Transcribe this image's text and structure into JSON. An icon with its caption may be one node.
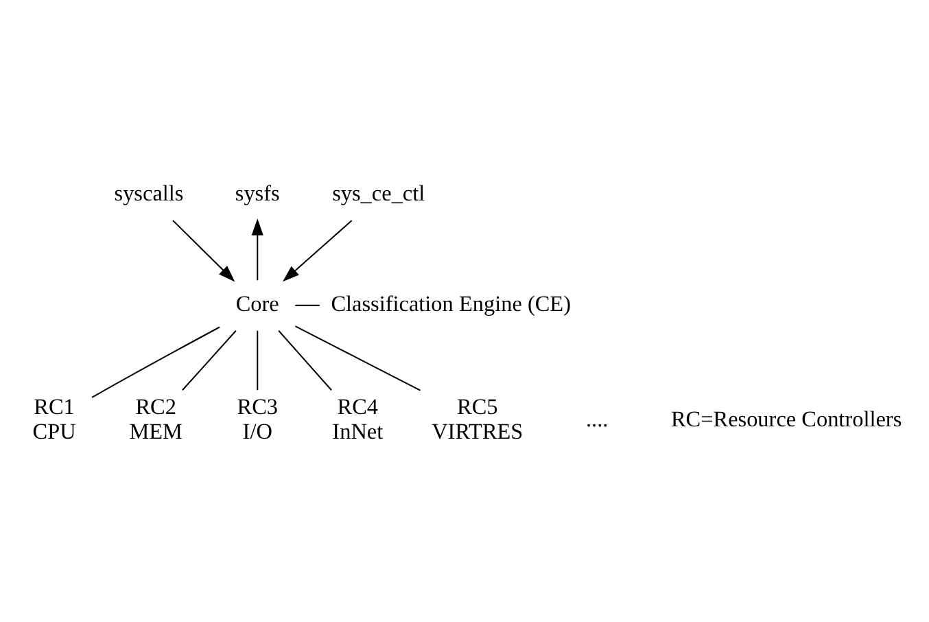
{
  "diagram": {
    "nodes": [
      {
        "text": [
          "syscalls"
        ]
      },
      {
        "text": [
          "sysfs"
        ]
      },
      {
        "text": [
          "sys_ce_ctl"
        ]
      },
      {
        "text": [
          "Core"
        ]
      },
      {
        "text": [
          "Classification Engine (CE)"
        ]
      },
      {
        "text": [
          "RC1"
        ],
        "beside": [
          "CPU"
        ]
      },
      {
        "text": [
          "RC2"
        ],
        "beside": [
          "MEM"
        ]
      },
      {
        "text": [
          "RC3"
        ],
        "beside": [
          "I/O"
        ]
      },
      {
        "text": [
          "RC4"
        ],
        "beside": [
          "InNet"
        ]
      },
      {
        "text": [
          "RC5"
        ],
        "beside": [
          "VIRTRES"
        ]
      }
    ],
    "edges": [
      {
        "from": 0,
        "to": 3,
        "arrow": "to"
      },
      {
        "from": 3,
        "to": 1,
        "arrow": "to"
      },
      {
        "from": 2,
        "to": 3,
        "arrow": "to"
      },
      {
        "from": 3,
        "to": 4,
        "arrow": "none"
      },
      {
        "from": 3,
        "to": 5,
        "arrow": "none"
      },
      {
        "from": 3,
        "to": 6,
        "arrow": "none"
      },
      {
        "from": 3,
        "to": 7,
        "arrow": "none"
      },
      {
        "from": 3,
        "to": 8,
        "arrow": "none"
      },
      {
        "from": 3,
        "to": 9,
        "arrow": "none"
      }
    ],
    "labels": [
      "....",
      "RC=Resource Controllers"
    ]
  }
}
